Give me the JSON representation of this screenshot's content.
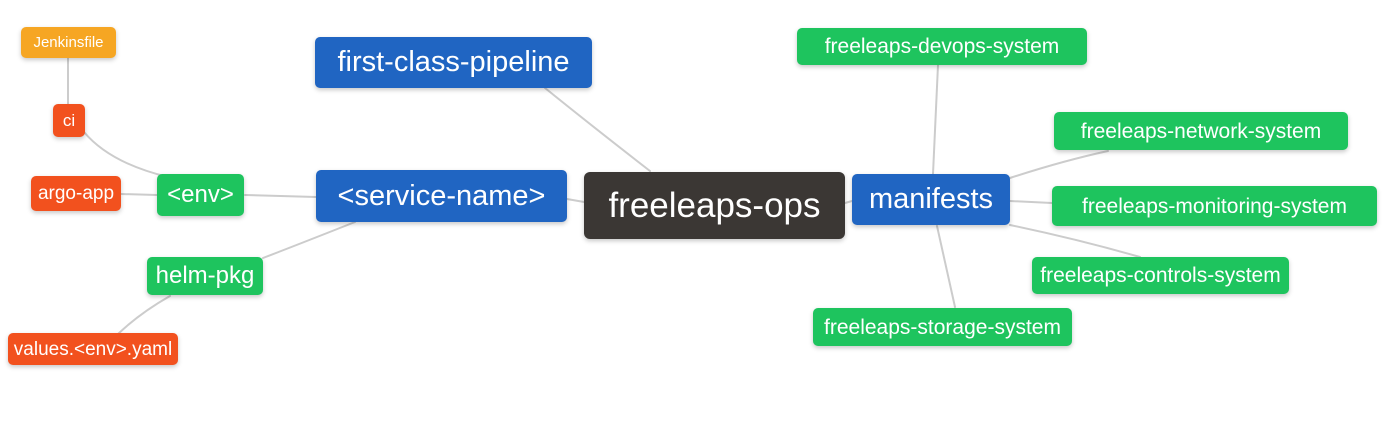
{
  "diagram": {
    "title": "freeleaps-ops mind map",
    "type": "mindmap"
  },
  "colors": {
    "blue": "#2065c2",
    "green": "#1ec45e",
    "orange": "#f6a623",
    "red": "#f2511e",
    "dark": "#3b3734",
    "edge": "#cccccc",
    "text": "#ffffff",
    "background": "#ffffff"
  },
  "nodes": {
    "freeleaps_ops": {
      "label": "freeleaps-ops"
    },
    "first_class_pipeline": {
      "label": "first-class-pipeline"
    },
    "service_name": {
      "label": "<service-name>"
    },
    "manifests": {
      "label": "manifests"
    },
    "env": {
      "label": "<env>"
    },
    "helm_pkg": {
      "label": "helm-pkg"
    },
    "ci": {
      "label": "ci"
    },
    "jenkinsfile": {
      "label": "Jenkinsfile"
    },
    "argo_app": {
      "label": "argo-app"
    },
    "values_env_yaml": {
      "label": "values.<env>.yaml"
    },
    "freeleaps_devops_system": {
      "label": "freeleaps-devops-system"
    },
    "freeleaps_network_system": {
      "label": "freeleaps-network-system"
    },
    "freeleaps_monitoring_system": {
      "label": "freeleaps-monitoring-system"
    },
    "freeleaps_controls_system": {
      "label": "freeleaps-controls-system"
    },
    "freeleaps_storage_system": {
      "label": "freeleaps-storage-system"
    }
  },
  "edges": [
    {
      "from": "jenkinsfile",
      "to": "ci"
    },
    {
      "from": "ci",
      "to": "env"
    },
    {
      "from": "argo_app",
      "to": "env"
    },
    {
      "from": "env",
      "to": "service_name"
    },
    {
      "from": "helm_pkg",
      "to": "service_name"
    },
    {
      "from": "helm_pkg",
      "to": "values_env_yaml"
    },
    {
      "from": "service_name",
      "to": "freeleaps_ops"
    },
    {
      "from": "first_class_pipeline",
      "to": "freeleaps_ops"
    },
    {
      "from": "freeleaps_ops",
      "to": "manifests"
    },
    {
      "from": "manifests",
      "to": "freeleaps_devops_system"
    },
    {
      "from": "manifests",
      "to": "freeleaps_network_system"
    },
    {
      "from": "manifests",
      "to": "freeleaps_monitoring_system"
    },
    {
      "from": "manifests",
      "to": "freeleaps_controls_system"
    },
    {
      "from": "manifests",
      "to": "freeleaps_storage_system"
    }
  ]
}
